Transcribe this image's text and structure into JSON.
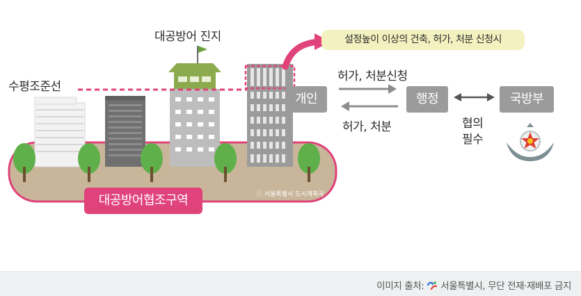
{
  "labels": {
    "anti_air_position": "대공방어 진지",
    "horizontal_line": "수평조준선",
    "zone": "대공방어협조구역",
    "permit_request": "허가, 처분신청",
    "permit_result": "허가, 처분",
    "consult": "협의",
    "required": "필수",
    "callout": "설정높이 이상의 건축, 허가, 처분 신청시",
    "credit": "ⓒ 서울특별시 도시계획국"
  },
  "nodes": {
    "individual": "개인",
    "administration": "행정",
    "defense_ministry": "국방부"
  },
  "footer": {
    "prefix": "이미지 출처:",
    "source": "서울특별시, 무단 전재·재배포 금지"
  },
  "colors": {
    "accent_pink": "#e0427a",
    "ground": "#c9b59a",
    "building_gray": "#9b9b9b",
    "callout_yellow": "#f3f1bf",
    "tree_green": "#5fb04a",
    "roof_green": "#8bab4e"
  }
}
